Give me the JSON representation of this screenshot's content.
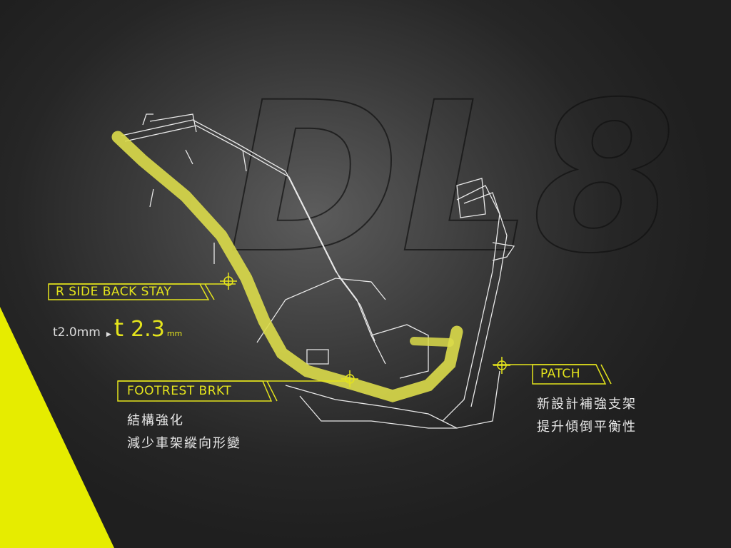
{
  "watermark": "DL8",
  "callouts": {
    "back_stay": {
      "title": "R SIDE BACK STAY",
      "old_thickness": "t2.0mm",
      "new_prefix": "t",
      "new_value": "2.3",
      "new_unit": "mm"
    },
    "footrest": {
      "title": "FOOTREST BRKT",
      "lines": [
        "結構強化",
        "減少車架縱向形變"
      ]
    },
    "patch": {
      "title": "PATCH",
      "lines": [
        "新設計補強支架",
        "提升傾倒平衡性"
      ]
    }
  },
  "colors": {
    "accent": "#e4e41c",
    "background": "#2a2a2a"
  }
}
